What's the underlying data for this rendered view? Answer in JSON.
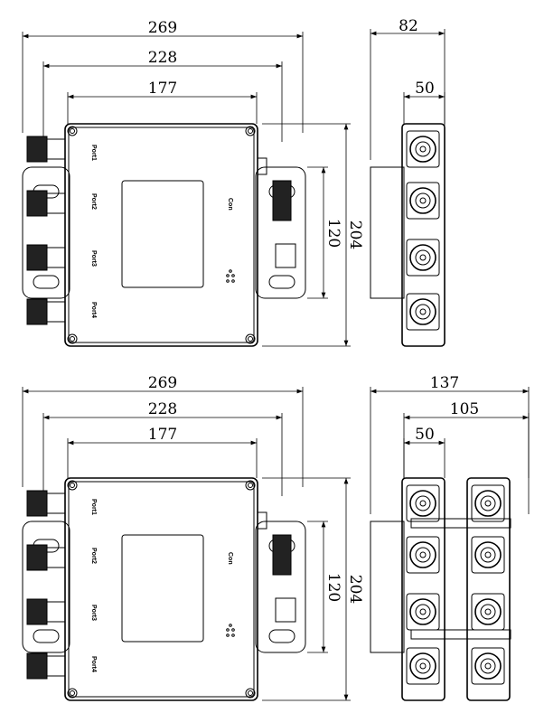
{
  "top_view": {
    "front": {
      "dim_overall": "269",
      "dim_flange": "228",
      "dim_body": "177",
      "dim_height": "204",
      "dim_mount": "120"
    },
    "side": {
      "dim_overall": "82",
      "dim_connector": "50"
    },
    "labels": {
      "port1": "Port1",
      "port2": "Port2",
      "port3": "Port3",
      "port4": "Port4",
      "con": "Con"
    }
  },
  "bottom_view": {
    "front": {
      "dim_overall": "269",
      "dim_flange": "228",
      "dim_body": "177",
      "dim_height": "204",
      "dim_mount": "120"
    },
    "side": {
      "dim_overall": "137",
      "dim_mid": "105",
      "dim_connector": "50"
    },
    "labels": {
      "port1": "Port1",
      "port2": "Port2",
      "port3": "Port3",
      "port4": "Port4",
      "con": "Con"
    }
  },
  "colors": {
    "line": "#000000",
    "background": "#ffffff"
  }
}
